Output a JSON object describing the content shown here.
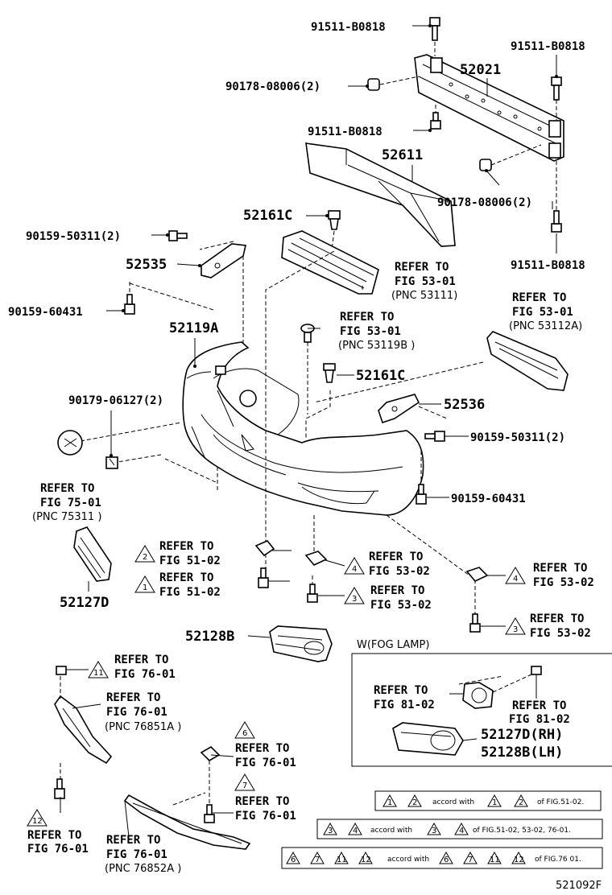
{
  "labels": {
    "p91511_top": "91511-B0818",
    "p91511_right_top": "91511-B0818",
    "p52021": "52021",
    "p90178_left": "90178-08006(2)",
    "p91511_mid": "91511-B0818",
    "p52611": "52611",
    "p90178_right": "90178-08006(2)",
    "p52161c_top": "52161C",
    "p91511_right_bottom": "91511-B0818",
    "p90159_50311_left": "90159-50311(2)",
    "p52535": "52535",
    "p90159_60431_left": "90159-60431",
    "p52119a": "52119A",
    "p52161c_mid": "52161C",
    "p90179": "90179-06127(2)",
    "p52536": "52536",
    "p90159_50311_right": "90159-50311(2)",
    "p90159_60431_right": "90159-60431",
    "p52127d": "52127D",
    "p52128b": "52128B",
    "p52127d_rh": "52127D(RH)",
    "p52128b_lh": "52128B(LH)",
    "fog_box_title": "W(FOG LAMP)",
    "diagram_code": "521092F"
  },
  "refs": {
    "r53_grille": [
      "REFER TO",
      "FIG 53-01",
      "(PNC 53111)"
    ],
    "r53_right_grille": [
      "REFER TO",
      "FIG 53-01",
      "(PNC 53112A)"
    ],
    "r53_119b": [
      "REFER TO",
      "FIG 53-01",
      "(PNC 53119B )"
    ],
    "r75": [
      "REFER TO",
      "FIG 75-01",
      "(PNC 75311 )"
    ],
    "r51_a": [
      "REFER TO",
      "FIG 51-02"
    ],
    "r51_b": [
      "REFER TO",
      "FIG 51-02"
    ],
    "r53_4a": [
      "REFER TO",
      "FIG 53-02"
    ],
    "r53_3a": [
      "REFER TO",
      "FIG 53-02"
    ],
    "r53_4b": [
      "REFER TO",
      "FIG 53-02"
    ],
    "r53_3b": [
      "REFER TO",
      "FIG 53-02"
    ],
    "r76_11": [
      "REFER TO",
      "FIG 76-01"
    ],
    "r76_851": [
      "REFER TO",
      "FIG 76-01",
      "(PNC 76851A )"
    ],
    "r76_6": [
      "REFER TO",
      "FIG 76-01"
    ],
    "r76_7": [
      "REFER TO",
      "FIG 76-01"
    ],
    "r76_12": [
      "REFER TO",
      "FIG 76-01"
    ],
    "r76_852": [
      "REFER TO",
      "FIG 76-01",
      "(PNC 76852A )"
    ],
    "r81_a": [
      "REFER TO",
      "FIG 81-02"
    ],
    "r81_b": [
      "REFER TO",
      "FIG 81-02"
    ]
  },
  "markers": {
    "m2": "2",
    "m1": "1",
    "m4a": "4",
    "m3a": "3",
    "m4b": "4",
    "m3b": "3",
    "m11": "11",
    "m6": "6",
    "m7": "7",
    "m12": "12"
  },
  "notes": {
    "n1": {
      "a": "1",
      "b": "2",
      "text1": "accord with",
      "c": "1",
      "d": "2",
      "text2": "of FIG.51-02."
    },
    "n2": {
      "a": "3",
      "b": "4",
      "text1": "accord with",
      "c": "3",
      "d": "4",
      "text2": "of FIG.51-02, 53-02, 76-01."
    },
    "n3": {
      "a": "6",
      "b": "7",
      "c": "11",
      "d": "12",
      "text1": "accord with",
      "e": "6",
      "f": "7",
      "g": "11",
      "h": "12",
      "text2": "of FIG.76 01."
    }
  }
}
